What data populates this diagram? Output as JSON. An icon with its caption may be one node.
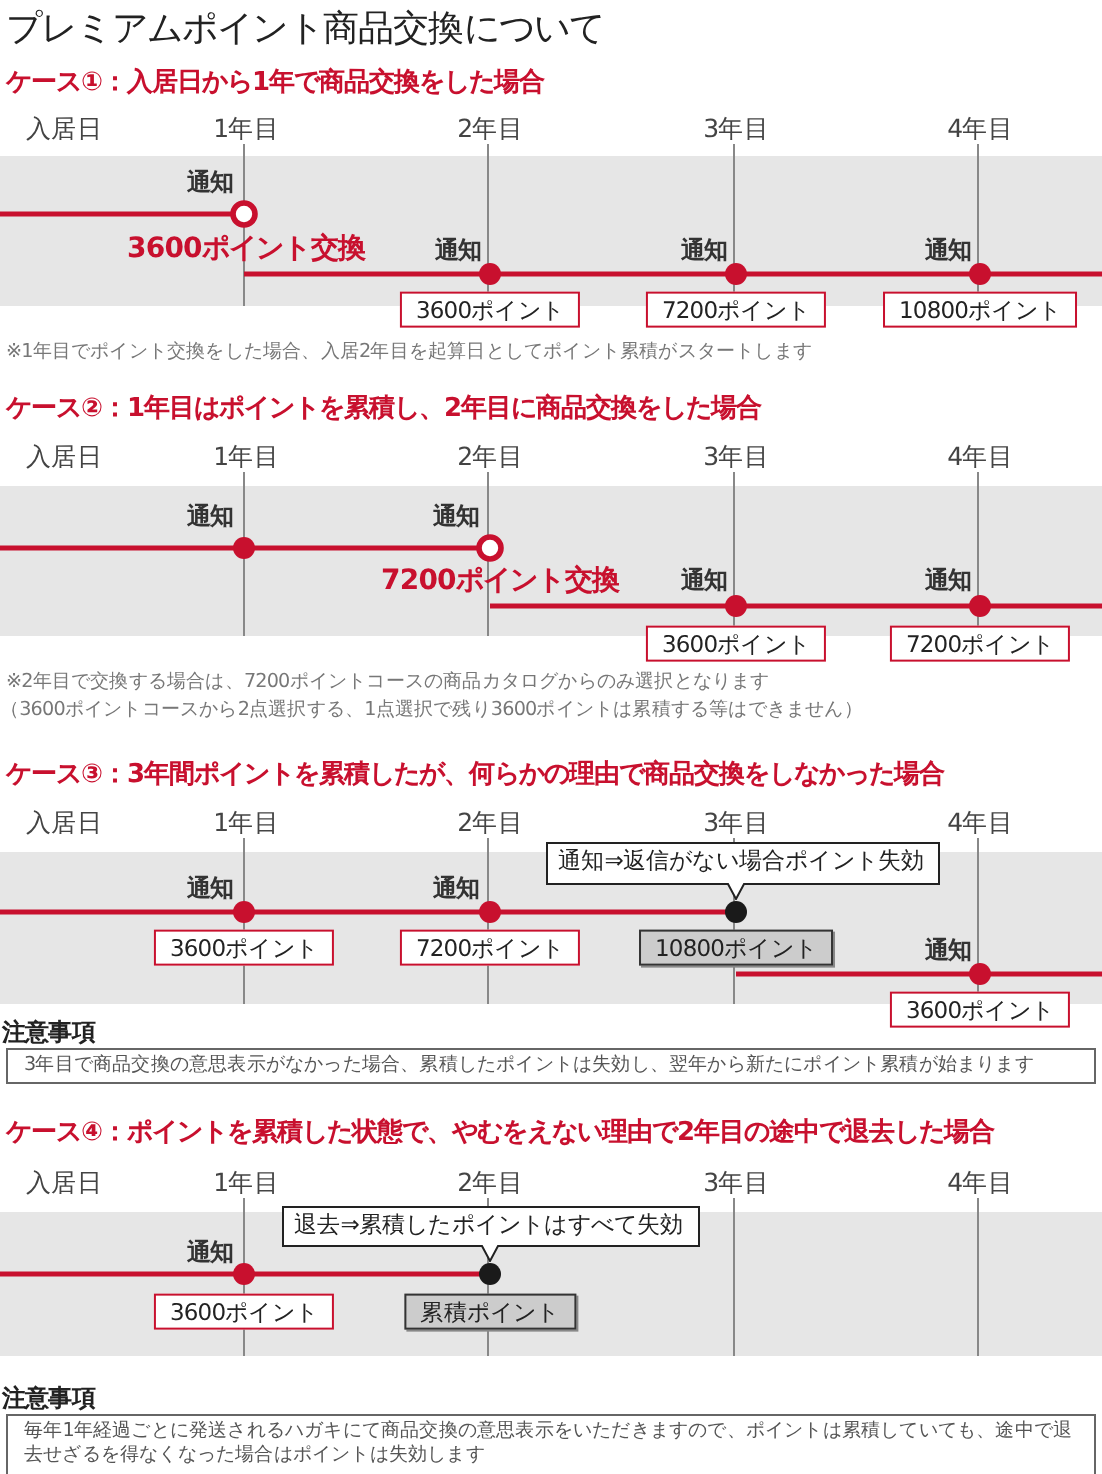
{
  "diagram": {
    "title": "プレミアムポイント商品交換について",
    "nodes": [
      {
        "text": [
          "3600ポイント"
        ]
      },
      {
        "text": [
          "7200ポイント"
        ]
      },
      {
        "text": [
          "10800ポイント"
        ]
      },
      {
        "text": [
          "3600ポイント"
        ]
      },
      {
        "text": [
          "7200ポイント"
        ]
      },
      {
        "text": [
          "通知⇒返信がない場合ポイント失効"
        ]
      },
      {
        "text": [
          "3600ポイント"
        ]
      },
      {
        "text": [
          "7200ポイント"
        ]
      },
      {
        "text": [
          "10800ポイント"
        ]
      },
      {
        "text": [
          "3600ポイント"
        ]
      },
      {
        "text": [
          "3年目で商品交換の意思表示がなかった場合、累積したポイントは失効し、翌年から新たにポイント累積が始まります"
        ]
      },
      {
        "text": [
          "退去⇒累積したポイントはすべて失効"
        ]
      },
      {
        "text": [
          "3600ポイント"
        ]
      },
      {
        "text": [
          "累積ポイント"
        ]
      },
      {
        "text": [
          "毎年1年経過ごとに発送されるハガキにて商品交換の意思表示をいただきますので、ポイントは累積していても、途中で退去せざるを得なくなった場合はポイントは失効します"
        ]
      }
    ],
    "labels": [
      "ケース①：入居日から1年で商品交換をした場合",
      "入居日",
      "1年目",
      "2年目",
      "3年目",
      "4年目",
      "通知",
      "3600ポイント交換",
      "通知",
      "通知",
      "通知",
      "※1年目でポイント交換をした場合、入居2年目を起算日としてポイント累積がスタートします",
      "ケース②：1年目はポイントを累積し、2年目に商品交換をした場合",
      "入居日",
      "1年目",
      "2年目",
      "3年目",
      "4年目",
      "通知",
      "通知",
      "7200ポイント交換",
      "通知",
      "通知",
      "※2年目で交換する場合は、7200ポイントコースの商品カタログからのみ選択となります",
      "（3600ポイントコースから2点選択する、1点選択で残り3600ポイントは累積する等はできません）",
      "ケース③：3年間ポイントを累積したが、何らかの理由で商品交換をしなかった場合",
      "入居日",
      "1年目",
      "2年目",
      "3年目",
      "4年目",
      "通知",
      "通知",
      "通知",
      "注意事項",
      "ケース④：ポイントを累積した状態で、やむをえない理由で2年目の途中で退去した場合",
      "入居日",
      "1年目",
      "2年目",
      "3年目",
      "4年目",
      "通知",
      "注意事項"
    ]
  }
}
